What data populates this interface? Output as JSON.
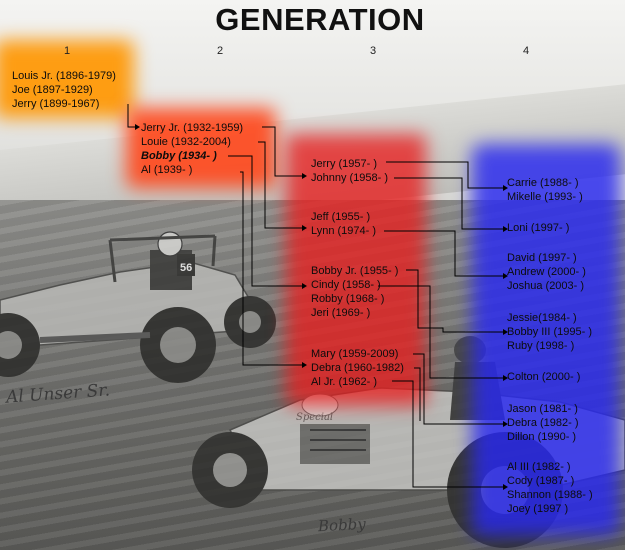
{
  "title": "GENERATION",
  "generations": [
    "1",
    "2",
    "3",
    "4"
  ],
  "gen1": [
    "Louis Jr. (1896-1979)",
    "Joe (1897-1929)",
    "Jerry (1899-1967)"
  ],
  "gen2": [
    "Jerry Jr. (1932-1959)",
    "Louie (1932-2004)",
    "Bobby (1934- )",
    "Al (1939- )"
  ],
  "gen3": {
    "group1": [
      "Jerry (1957- )",
      "Johnny (1958- )"
    ],
    "group2": [
      "Jeff (1955- )",
      "Lynn (1974- )"
    ],
    "group3": [
      "Bobby Jr. (1955- )",
      "Cindy (1958- )",
      "Robby (1968- )",
      "Jeri (1969- )"
    ],
    "group4": [
      "Mary (1959-2009)",
      "Debra (1960-1982)",
      "Al Jr. (1962- )"
    ]
  },
  "gen4": {
    "group1": [
      "Carrie (1988- )",
      "Mikelle (1993- )"
    ],
    "group2": [
      "Loni (1997- )"
    ],
    "group3": [
      "David (1997- )",
      "Andrew (2000- )",
      "Joshua (2003- )"
    ],
    "group4": [
      "Jessie(1984- )",
      "Bobby III (1995- )",
      "Ruby (1998- )"
    ],
    "group5": [
      "Colton (2000- )"
    ],
    "group6": [
      "Jason (1981- )",
      "Debra (1982- )",
      "Dillon (1990- )"
    ],
    "group7": [
      "Al III (1982- )",
      "Cody (1987- )",
      "Shannon (1988- )",
      "Joey (1997 )"
    ]
  },
  "photo": {
    "car_number": "56",
    "car_lettering": "Special"
  },
  "signatures": {
    "al": "Al Unser Sr.",
    "bobby": "Bobby"
  }
}
